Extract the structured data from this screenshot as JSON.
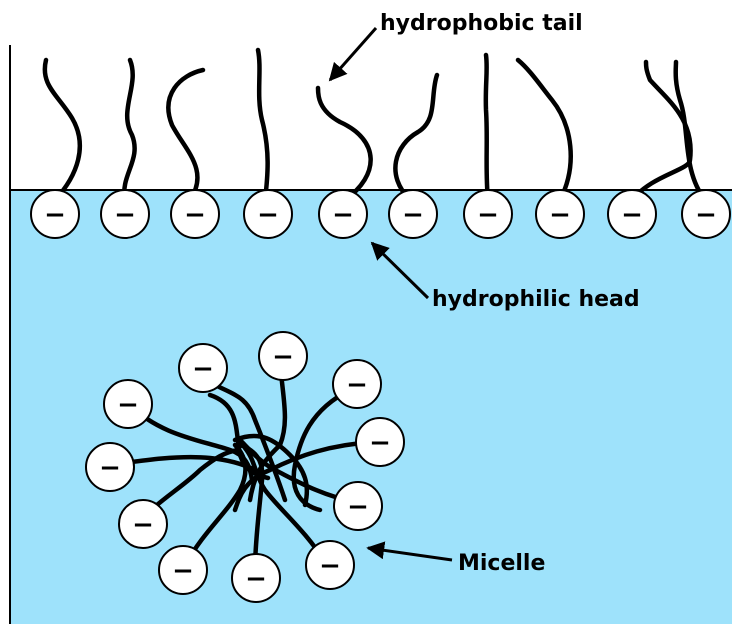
{
  "labels": {
    "tail": "hydrophobic tail",
    "head": "hydrophilic head",
    "micelle": "Micelle"
  },
  "charge_symbol": "−",
  "colors": {
    "water": "#9ee2fb",
    "head_fill": "#ffffff",
    "stroke": "#000000"
  }
}
